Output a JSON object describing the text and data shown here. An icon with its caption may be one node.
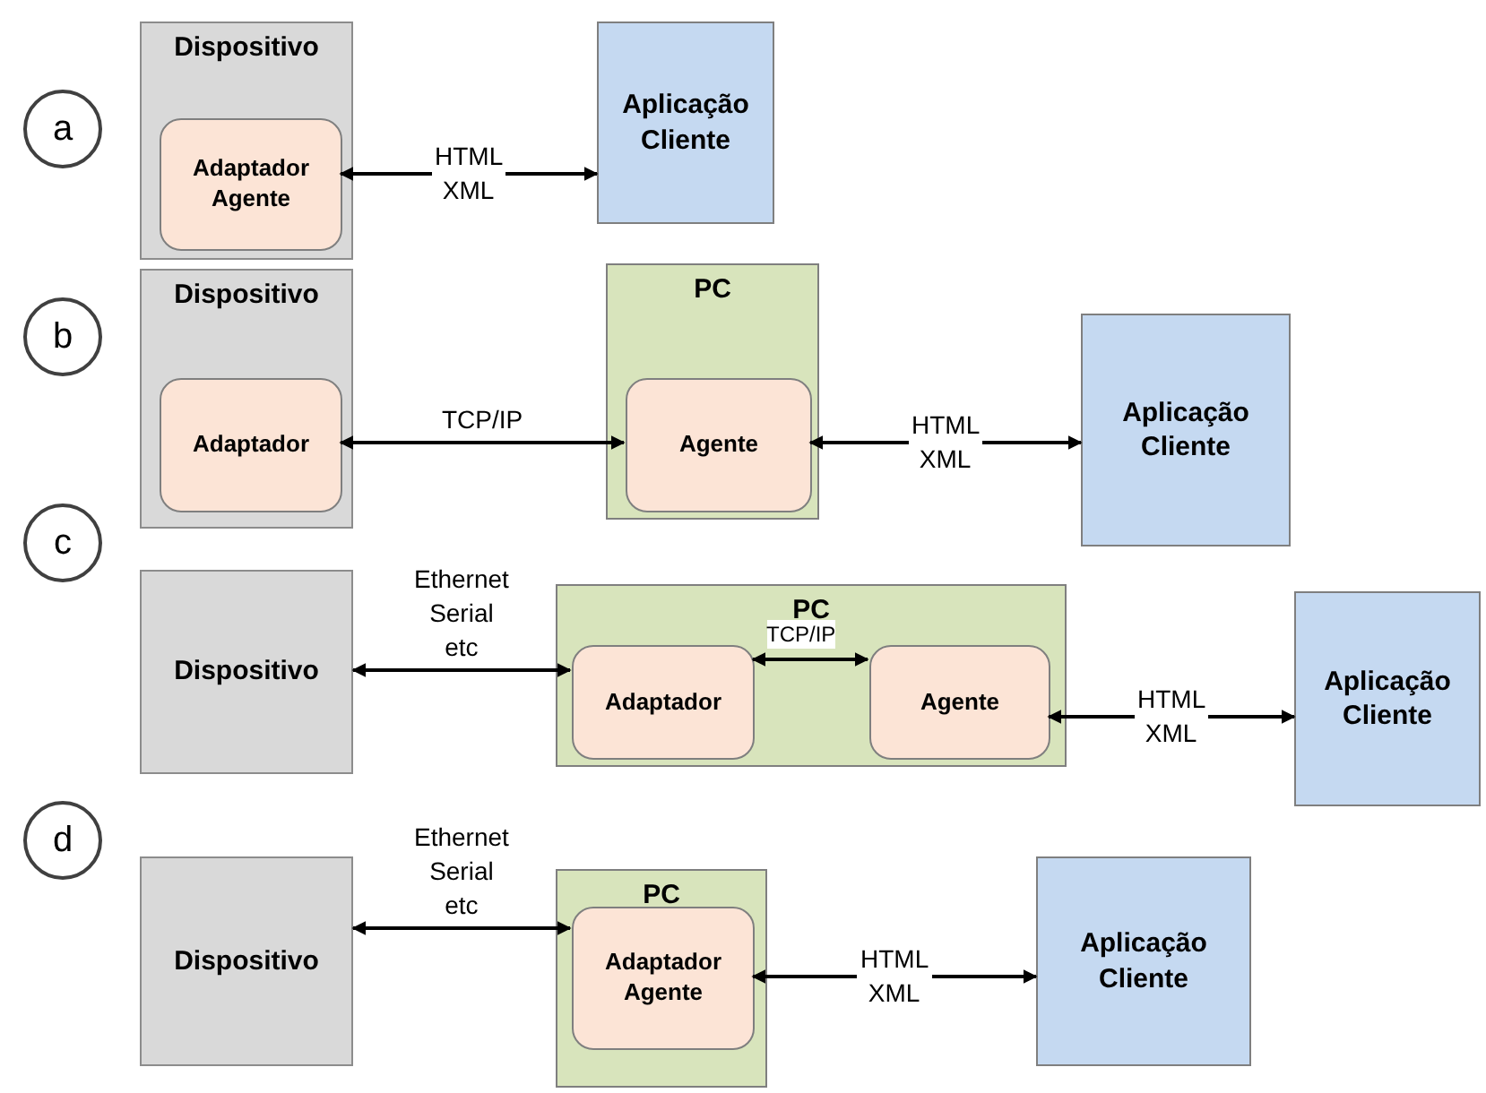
{
  "diagram": {
    "nodes": [
      {
        "text": [
          "a"
        ]
      },
      {
        "text": [
          "Dispositivo"
        ]
      },
      {
        "text": [
          "Adaptador Agente"
        ],
        "in": 1
      },
      {
        "text": [
          "Aplicação Cliente"
        ]
      },
      {
        "text": [
          "b"
        ]
      },
      {
        "text": [
          "Dispositivo"
        ]
      },
      {
        "text": [
          "Adaptador"
        ],
        "in": 5
      },
      {
        "text": [
          "PC"
        ]
      },
      {
        "text": [
          "Agente"
        ],
        "in": 7
      },
      {
        "text": [
          "Aplicação Cliente"
        ]
      },
      {
        "text": [
          "c"
        ]
      },
      {
        "text": [
          "Dispositivo"
        ]
      },
      {
        "text": [
          "PC"
        ]
      },
      {
        "text": [
          "Adaptador"
        ],
        "in": 12
      },
      {
        "text": [
          "Agente"
        ],
        "in": 12
      },
      {
        "text": [
          "Aplicação Cliente"
        ]
      },
      {
        "text": [
          "d"
        ]
      },
      {
        "text": [
          "Dispositivo"
        ]
      },
      {
        "text": [
          "PC"
        ]
      },
      {
        "text": [
          "Adaptador Agente"
        ],
        "in": 18
      },
      {
        "text": [
          "Aplicação Cliente"
        ]
      }
    ],
    "edges": [
      {
        "from": 2,
        "to": 3,
        "arrow": "both",
        "label": "HTML XML"
      },
      {
        "from": 6,
        "to": 8,
        "arrow": "both",
        "label": "TCP/IP"
      },
      {
        "from": 8,
        "to": 9,
        "arrow": "both",
        "label": "HTML XML"
      },
      {
        "from": 11,
        "to": 13,
        "arrow": "both",
        "label": "Ethernet Serial etc"
      },
      {
        "from": 13,
        "to": 14,
        "arrow": "both",
        "label": "TCP/IP"
      },
      {
        "from": 14,
        "to": 15,
        "arrow": "both",
        "label": "HTML XML"
      },
      {
        "from": 17,
        "to": 19,
        "arrow": "both",
        "label": "Ethernet Serial etc"
      },
      {
        "from": 19,
        "to": 20,
        "arrow": "both",
        "label": "HTML XML"
      }
    ]
  }
}
